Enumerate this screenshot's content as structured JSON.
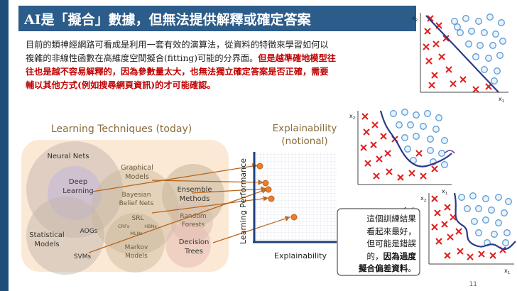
{
  "slide": {
    "title": "AI是「擬合」數據，但無法提供解釋或確定答案",
    "body_text": "目前的類神經網路可看成是利用一套有效的演算法，從資料的特徵來學習如何以複雜的非線性函數在高維度空間擬合(fitting)可能的分界面。",
    "body_emphasis": "但是越準確地模型往往也是越不容易解釋的，因為參數量太大，也無法獨立確定答案是否正確，需要輔以其他方式(例如搜尋網頁資訊)的才可能確認。",
    "page_number": "11"
  },
  "venn": {
    "title": "Learning Techniques (today)",
    "labels": {
      "neural_nets": "Neural Nets",
      "deep_learning_1": "Deep",
      "deep_learning_2": "Learning",
      "graphical_models_1": "Graphical",
      "graphical_models_2": "Models",
      "bayesian_1": "Bayesian",
      "bayesian_2": "Belief Nets",
      "ensemble_1": "Ensemble",
      "ensemble_2": "Methods",
      "srl": "SRL",
      "crfs": "CRFs",
      "hbns": "HBNs",
      "mlns": "MLNs",
      "random_forests_1": "Random",
      "random_forests_2": "Forests",
      "statistical_1": "Statistical",
      "statistical_2": "Models",
      "aogs": "AOGs",
      "svms": "SVMs",
      "markov_1": "Markov",
      "markov_2": "Models",
      "decision_trees_1": "Decision",
      "decision_trees_2": "Trees"
    }
  },
  "explainability": {
    "title_1": "Explainability",
    "title_2": "(notional)",
    "y_label": "Learning Performance",
    "x_label": "Explainability"
  },
  "panels": {
    "x_label": "x",
    "x_sub": "1",
    "y_label": "x",
    "y_sub": "2"
  },
  "callout": {
    "line1": "這個訓練結果",
    "line2": "看起來最好，",
    "line3": "但可能是錯誤",
    "line4_a": "的，",
    "line4_b": "因為過度",
    "line5": "擬合偏差資料",
    "line5_end": "。"
  },
  "colors": {
    "title_bar": "#2b5c8a",
    "sidebar": "#1f4e79",
    "emphasis": "#c00000",
    "cross": "#e02020",
    "circle": "#5b9bd5",
    "boundary": "#2b3a8a"
  }
}
